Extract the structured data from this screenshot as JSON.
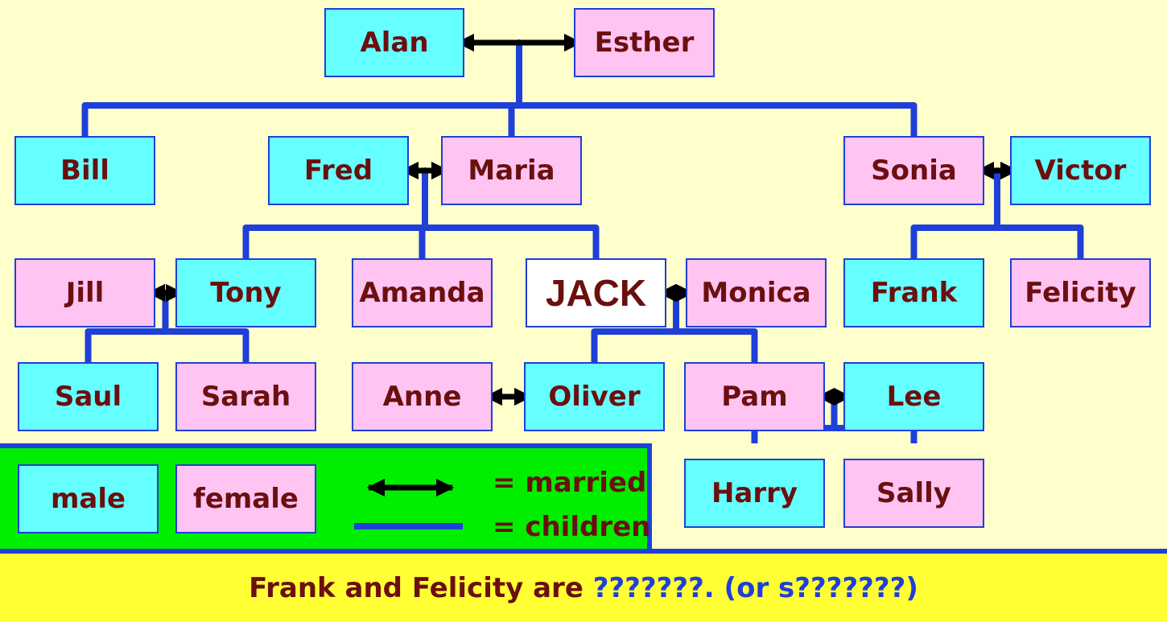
{
  "people": {
    "alan": {
      "name": "Alan",
      "gender": "male"
    },
    "esther": {
      "name": "Esther",
      "gender": "female"
    },
    "bill": {
      "name": "Bill",
      "gender": "male"
    },
    "fred": {
      "name": "Fred",
      "gender": "male"
    },
    "maria": {
      "name": "Maria",
      "gender": "female"
    },
    "sonia": {
      "name": "Sonia",
      "gender": "female"
    },
    "victor": {
      "name": "Victor",
      "gender": "male"
    },
    "jill": {
      "name": "Jill",
      "gender": "female"
    },
    "tony": {
      "name": "Tony",
      "gender": "male"
    },
    "amanda": {
      "name": "Amanda",
      "gender": "female"
    },
    "jack": {
      "name": "JACK",
      "gender": "focus"
    },
    "monica": {
      "name": "Monica",
      "gender": "female"
    },
    "frank": {
      "name": "Frank",
      "gender": "male"
    },
    "felicity": {
      "name": "Felicity",
      "gender": "female"
    },
    "saul": {
      "name": "Saul",
      "gender": "male"
    },
    "sarah": {
      "name": "Sarah",
      "gender": "female"
    },
    "anne": {
      "name": "Anne",
      "gender": "female"
    },
    "oliver": {
      "name": "Oliver",
      "gender": "male"
    },
    "pam": {
      "name": "Pam",
      "gender": "female"
    },
    "lee": {
      "name": "Lee",
      "gender": "male"
    },
    "harry": {
      "name": "Harry",
      "gender": "male"
    },
    "sally": {
      "name": "Sally",
      "gender": "female"
    }
  },
  "marriages": [
    [
      "alan",
      "esther"
    ],
    [
      "fred",
      "maria"
    ],
    [
      "sonia",
      "victor"
    ],
    [
      "jill",
      "tony"
    ],
    [
      "jack",
      "monica"
    ],
    [
      "anne",
      "oliver"
    ],
    [
      "pam",
      "lee"
    ]
  ],
  "children": [
    {
      "parents": [
        "alan",
        "esther"
      ],
      "kids": [
        "bill",
        "maria",
        "sonia"
      ]
    },
    {
      "parents": [
        "fred",
        "maria"
      ],
      "kids": [
        "tony",
        "amanda",
        "jack"
      ]
    },
    {
      "parents": [
        "sonia",
        "victor"
      ],
      "kids": [
        "frank",
        "felicity"
      ]
    },
    {
      "parents": [
        "jill",
        "tony"
      ],
      "kids": [
        "saul",
        "sarah"
      ]
    },
    {
      "parents": [
        "jack",
        "monica"
      ],
      "kids": [
        "oliver",
        "pam"
      ]
    },
    {
      "parents": [
        "pam",
        "lee"
      ],
      "kids": [
        "harry",
        "sally"
      ]
    }
  ],
  "legend": {
    "male_label": "male",
    "female_label": "female",
    "married_label": "= married",
    "children_label": "= children"
  },
  "footer": {
    "prefix": "Frank and Felicity are ",
    "question": "???????. (or s???????)"
  },
  "colors": {
    "male": "#66ffff",
    "female": "#ffc4f2",
    "line": "#1f3fd9",
    "text": "#6b0f0f"
  }
}
